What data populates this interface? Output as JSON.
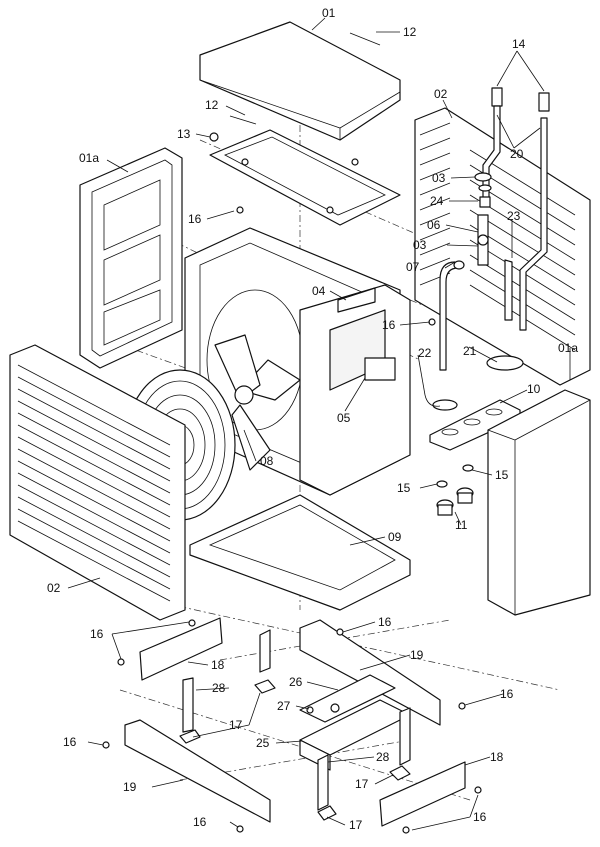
{
  "labels": {
    "p01": "01",
    "p01a_left": "01a",
    "p01a_right": "01a",
    "p02_top": "02",
    "p02_left": "02",
    "p03_a": "03",
    "p03_b": "03",
    "p04": "04",
    "p05": "05",
    "p06": "06",
    "p07": "07",
    "p08": "08",
    "p09": "09",
    "p10": "10",
    "p11": "11",
    "p12_a": "12",
    "p12_b": "12",
    "p13": "13",
    "p14": "14",
    "p15_a": "15",
    "p15_b": "15",
    "p16_a": "16",
    "p16_b": "16",
    "p16_c": "16",
    "p16_d": "16",
    "p16_e": "16",
    "p16_f": "16",
    "p16_g": "16",
    "p16_h": "16",
    "p17_a": "17",
    "p17_b": "17",
    "p17_c": "17",
    "p18_a": "18",
    "p18_b": "18",
    "p19_a": "19",
    "p19_b": "19",
    "p20": "20",
    "p21": "21",
    "p22": "22",
    "p23": "23",
    "p24": "24",
    "p25": "25",
    "p26": "26",
    "p27": "27",
    "p28_a": "28",
    "p28_b": "28"
  }
}
